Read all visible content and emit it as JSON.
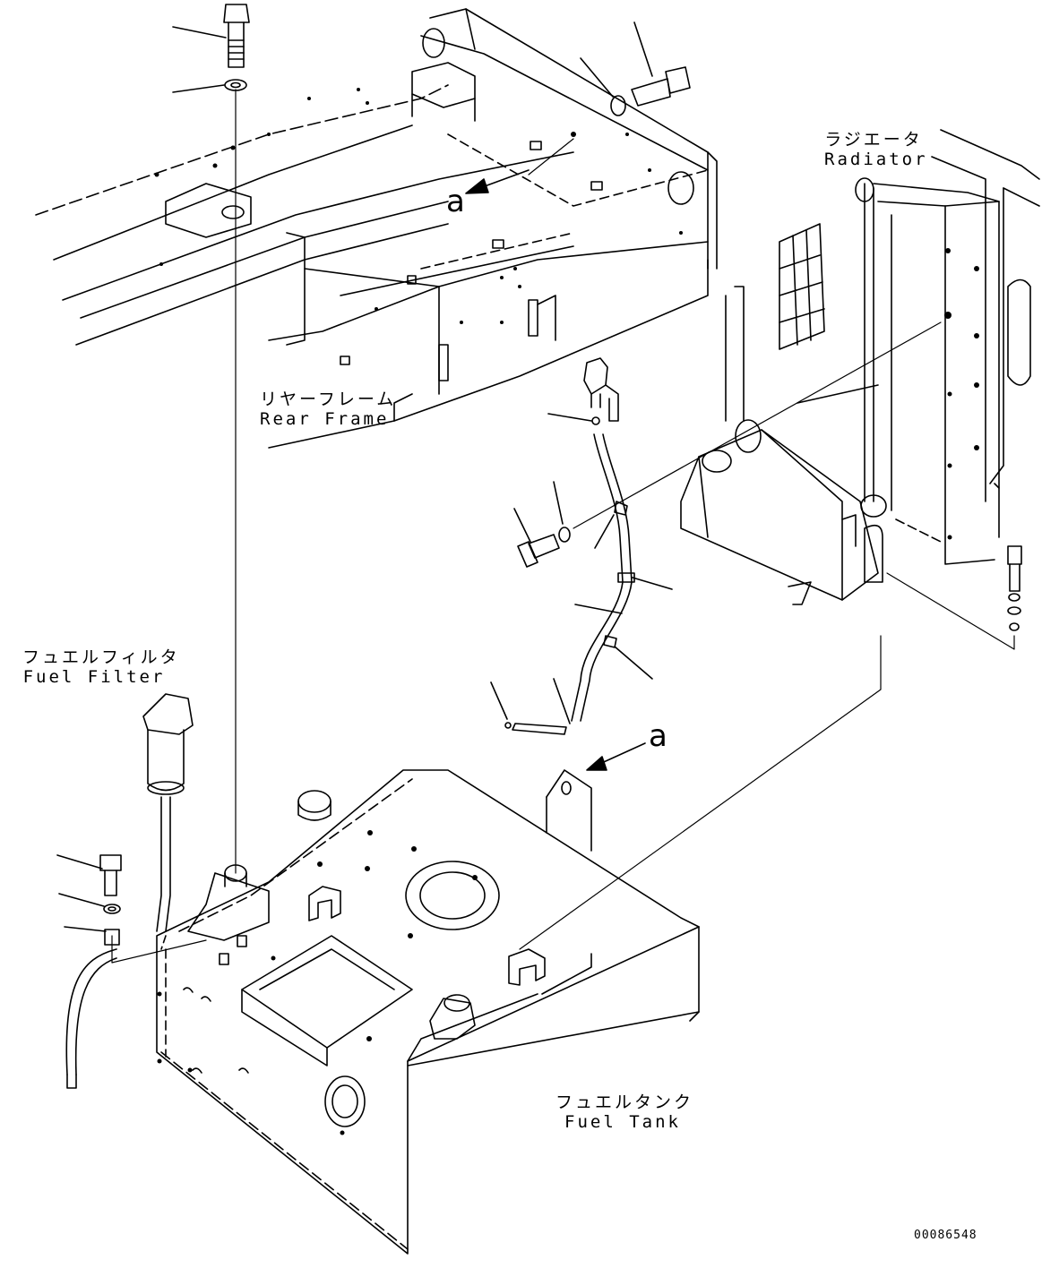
{
  "labels": {
    "radiator": {
      "jp": "ラジエータ",
      "en": "Radiator"
    },
    "rear_frame": {
      "jp": "リヤーフレーム",
      "en": "Rear Frame"
    },
    "fuel_filter": {
      "jp": "フュエルフィルタ",
      "en": "Fuel Filter"
    },
    "fuel_tank": {
      "jp": "フュエルタンク",
      "en": "Fuel Tank"
    }
  },
  "callouts": {
    "upper": "a",
    "lower": "a"
  },
  "drawing_number": "00086548"
}
